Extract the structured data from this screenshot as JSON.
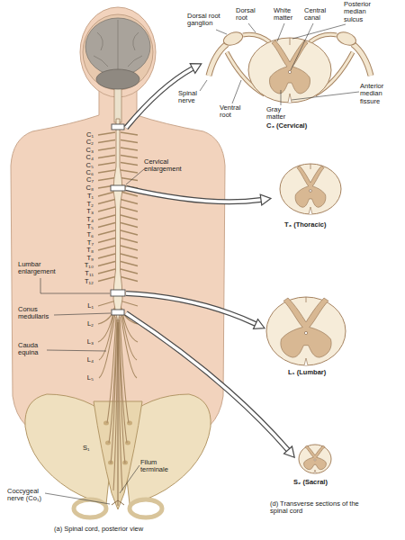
{
  "diagram": {
    "labels": [
      "Dorsal root",
      "Dorsal root ganglion",
      "White matter",
      "Central canal",
      "Posterior median sulcus",
      "Spinal nerve",
      "Ventral root",
      "Gray matter",
      "Anterior median fissure",
      "C₃ (Cervical)",
      "T₃ (Thoracic)",
      "L₁ (Lumbar)",
      "S₂ (Sacral)",
      "(d) Transverse sections of the spinal cord",
      "(a) Spinal cord, posterior view",
      "Cervical enlargement",
      "Lumbar enlargement",
      "Conus medullaris",
      "Cauda equina",
      "Coccygeal nerve (Co₁)",
      "Filum terminale",
      "S₁",
      "C₁",
      "C₂",
      "C₃",
      "C₄",
      "C₅",
      "C₆",
      "C₇",
      "C₈",
      "T₁",
      "T₂",
      "T₃",
      "T₄",
      "T₅",
      "T₆",
      "T₇",
      "T₈",
      "T₉",
      "T₁₀",
      "T₁₁",
      "T₁₂",
      "L₁",
      "L₂",
      "L₃",
      "L₄",
      "L₅"
    ]
  }
}
